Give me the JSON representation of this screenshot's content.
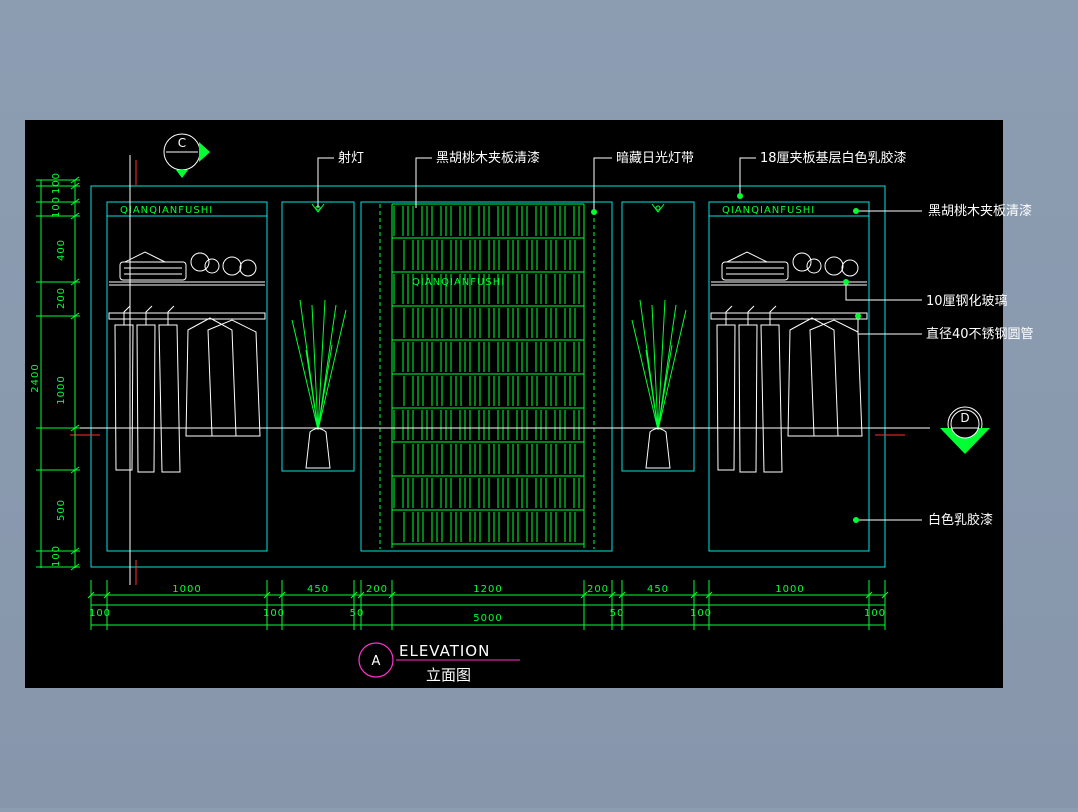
{
  "labels": {
    "top": [
      "射灯",
      "黑胡桃木夹板清漆",
      "暗藏日光灯带",
      "18厘夹板基层白色乳胶漆"
    ],
    "right": [
      "黑胡桃木夹板清漆",
      "10厘钢化玻璃",
      "直径40不锈钢圆管",
      "白色乳胶漆"
    ]
  },
  "brand_text": [
    "QIANQIANFUSHI",
    "QIANQIANFUSHI",
    "QIANQIANFUSHI"
  ],
  "section_markers": {
    "left": "C",
    "right": "D"
  },
  "dims_left": {
    "segments": [
      "100",
      "100",
      "400",
      "200",
      "1000",
      "500",
      "100"
    ],
    "total": "2400"
  },
  "dims_bottom": {
    "row1": [
      "1000",
      "450",
      "200",
      "1200",
      "200",
      "450",
      "1000"
    ],
    "row2": [
      "100",
      "100",
      "50",
      "50",
      "100",
      "100"
    ],
    "total": "5000"
  },
  "title": {
    "circle": "A",
    "en": "ELEVATION",
    "cn": "立面图"
  },
  "colors": {
    "outline": "#00e5e5",
    "detail": "#00ff33",
    "text": "#ffffff",
    "axis": "#ff3030",
    "title_circle": "#ff33cc"
  }
}
